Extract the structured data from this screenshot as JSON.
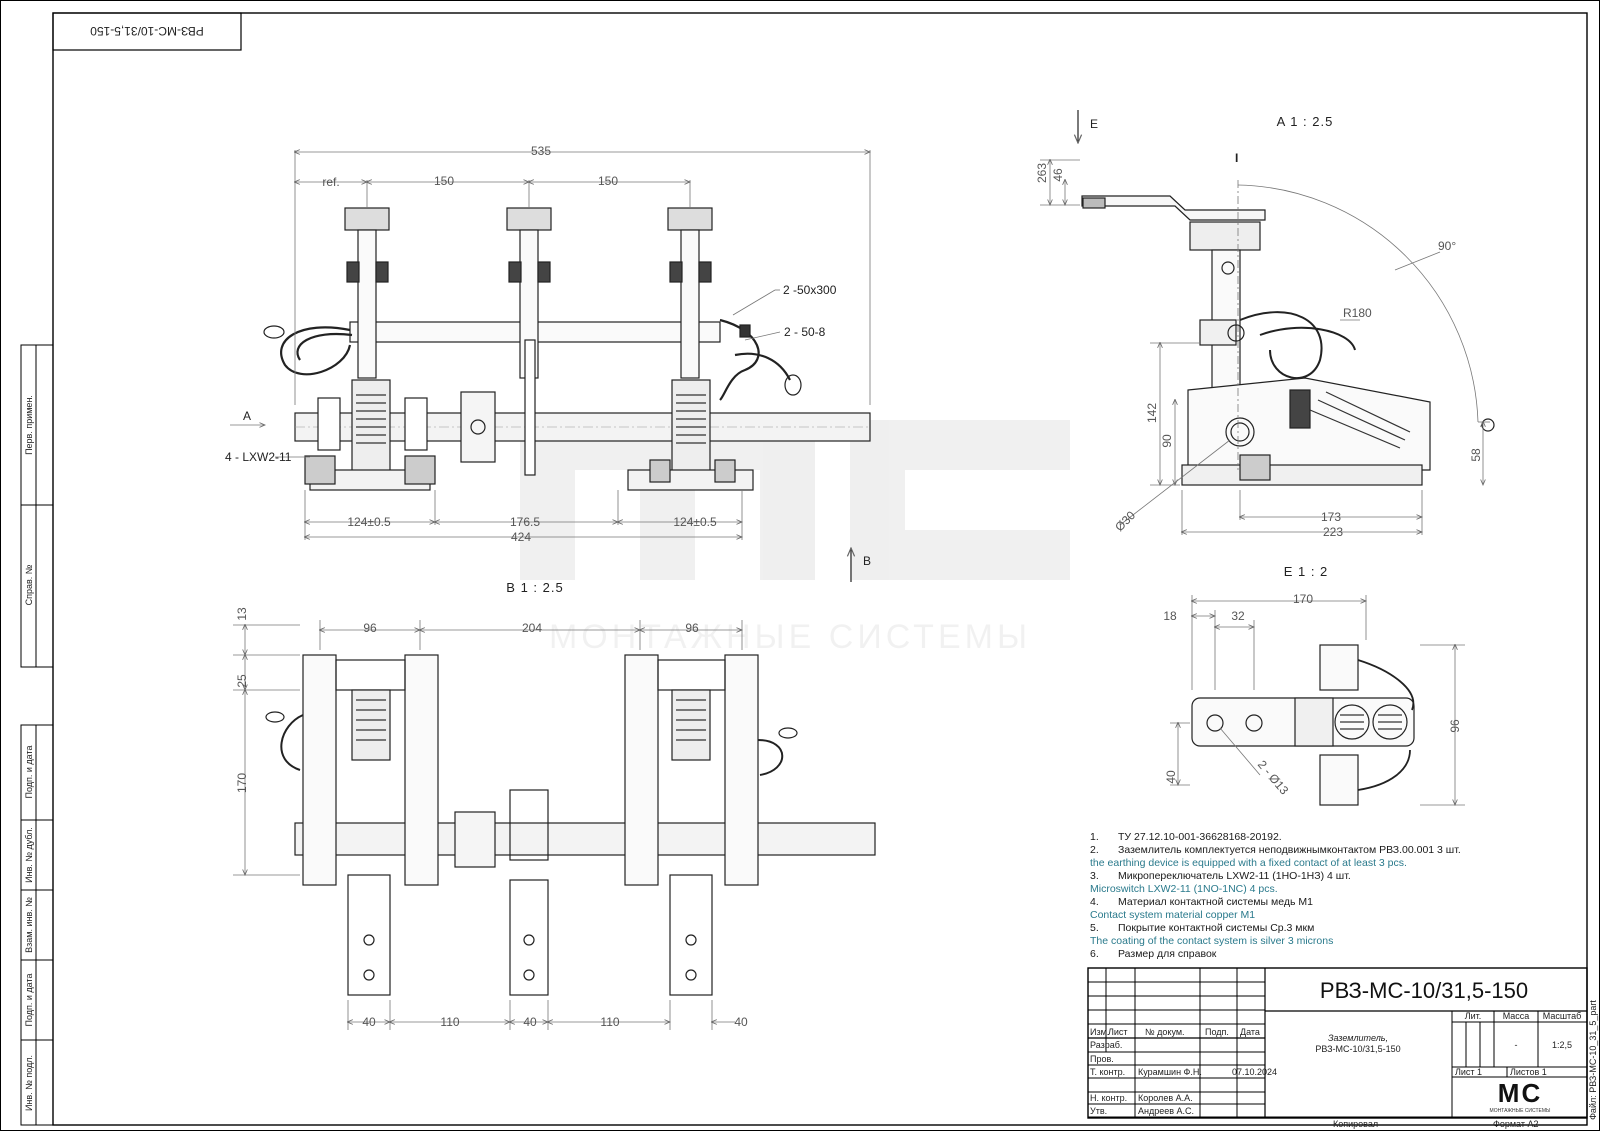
{
  "drawing": {
    "stamp_code": "РВЗ-МС-10/31,5-150",
    "watermark_company": "МОНТАЖНЫЕ СИСТЕМЫ",
    "view_labels": {
      "view_a": "A 1 : 2.5",
      "view_b": "B 1 : 2.5",
      "view_e": "E 1 : 2"
    },
    "arrow_labels": {
      "a": "A",
      "b": "B",
      "e": "E",
      "section": "I"
    },
    "front_view_dims": {
      "overall": "535",
      "ref": "ref.",
      "spacing_1": "150",
      "spacing_2": "150",
      "cable_1": "2 -50x300",
      "cable_2": "2 - 50-8",
      "switch": "4 - LXW2-11",
      "base_1": "124±0.5",
      "base_mid": "176.5",
      "base_2": "124±0.5",
      "base_total": "424"
    },
    "side_view_dims": {
      "d263": "263",
      "d46": "46",
      "angle": "90°",
      "radius": "R180",
      "d142": "142",
      "d90": "90",
      "d58": "58",
      "diam30": "Ø30",
      "d173": "173",
      "d223": "223"
    },
    "top_view_dims": {
      "d13": "13",
      "d25": "25",
      "d170": "170",
      "w96a": "96",
      "w204": "204",
      "w96b": "96",
      "b40a": "40",
      "b110a": "110",
      "b40b": "40",
      "b110b": "110",
      "b40c": "40"
    },
    "detail_e_dims": {
      "d170": "170",
      "d18": "18",
      "d32": "32",
      "d96": "96",
      "d40": "40",
      "holes": "2 - Ø13"
    },
    "notes": [
      {
        "num": "1.",
        "ru": "ТУ 27.12.10-001-36628168-20192.",
        "en": ""
      },
      {
        "num": "2.",
        "ru": "Заземлитель комплектуется неподвижнымконтактом РВЗ.00.001 3 шт.",
        "en": "the earthing device is equipped with a fixed contact of at least 3 pcs."
      },
      {
        "num": "3.",
        "ru": "Микропереключатель LXW2-11 (1НО-1НЗ)  4 шт.",
        "en": "Microswitch LXW2-11 (1NO-1NC) 4 pcs."
      },
      {
        "num": "4.",
        "ru": "Материал контактной системы медь М1",
        "en": "Contact system material copper M1"
      },
      {
        "num": "5.",
        "ru": "Покрытие контактной системы Ср.3 мкм",
        "en": "The coating of the contact system is silver 3 microns"
      },
      {
        "num": "6.",
        "ru": "Размер для справок",
        "en": ""
      }
    ],
    "side_strip": [
      "Перв. примен.",
      "Справ. №",
      "Подп. и дата",
      "Инв. № дубл.",
      "Взам. инв. №",
      "Подп. и дата",
      "Инв. № подл."
    ],
    "title_block": {
      "designation": "РВЗ-МС-10/31,5-150",
      "name_line1": "Заземлитель,",
      "name_line2": "РВЗ-МС-10/31,5-150",
      "col_izm": "Изм.",
      "col_list": "Лист",
      "col_doc": "№ докум.",
      "col_sign": "Подп.",
      "col_date": "Дата",
      "role_razrab": "Разраб.",
      "role_prov": "Пров.",
      "role_tkontr": "Т. контр.",
      "role_nkontr": "Н. контр.",
      "role_utv": "Утв.",
      "tkontr_name": "Курамшин Ф.Н.",
      "tkontr_date": "07.10.2024",
      "nkontr_name": "Королев А.А.",
      "utv_name": "Андреев А.С.",
      "lit": "Лит.",
      "mass": "Масса",
      "scale": "Масштаб",
      "mass_value": "-",
      "scale_value": "1:2,5",
      "sheet": "Лист 1",
      "sheets": "Листов 1",
      "logo_text": "МС",
      "logo_sub": "МОНТАЖНЫЕ СИСТЕМЫ",
      "copied": "Копировал",
      "format": "Формат А2",
      "file": "Файл: РВЗ-МС-10_31_5_part"
    }
  }
}
